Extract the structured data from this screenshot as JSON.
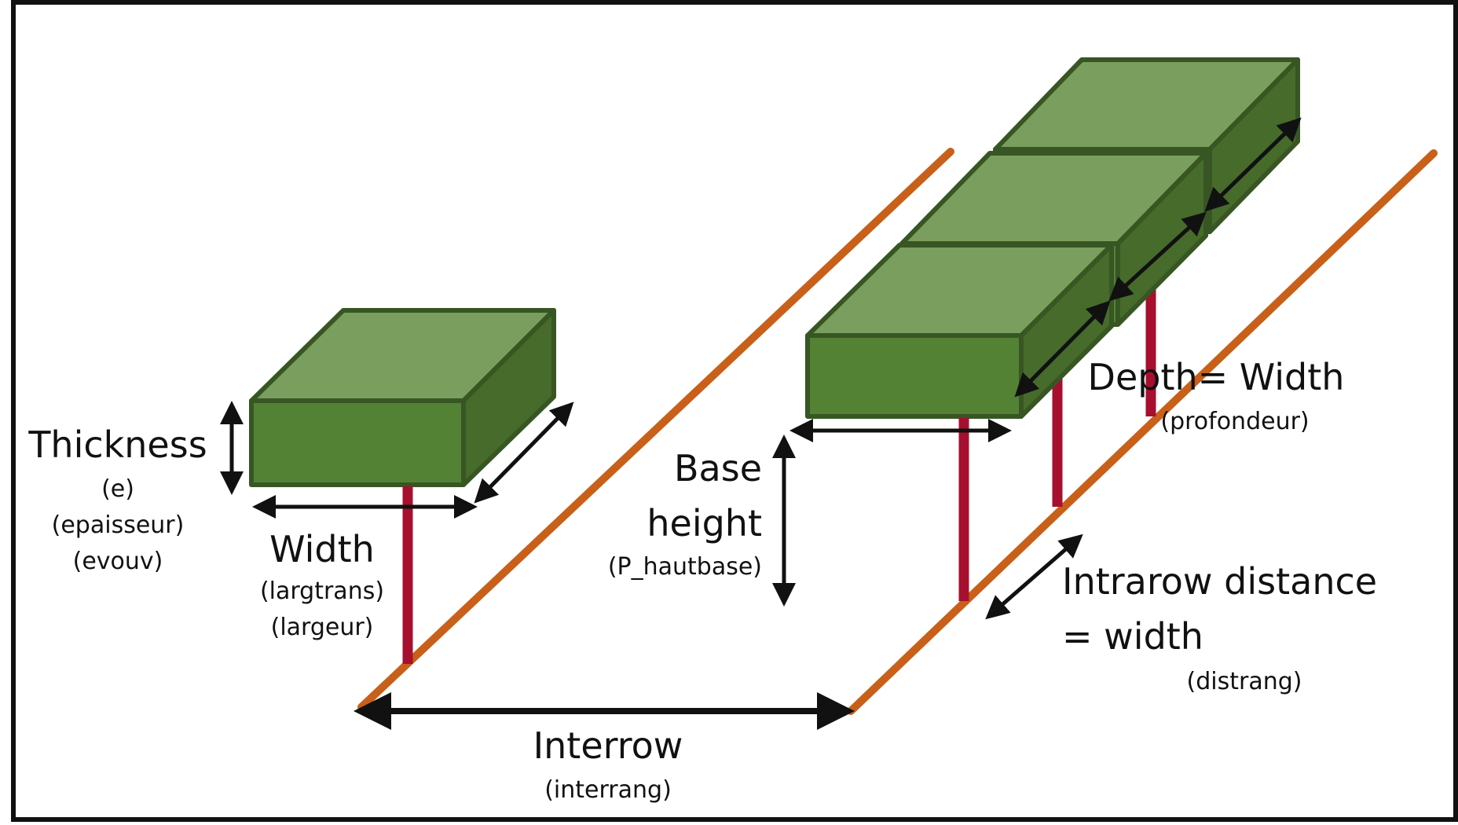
{
  "colors": {
    "frame": "#111111",
    "row_line": "#C8601A",
    "trunk": "#A6102E",
    "box_front": "#548235",
    "box_top": "#7A9E5E",
    "box_side": "#466B2B",
    "box_edge": "#375623",
    "arrow": "#111111"
  },
  "labels": {
    "thickness": {
      "title": "Thickness",
      "sub1": "(e)",
      "sub2": "(epaisseur)",
      "sub3": "(evouv)"
    },
    "width": {
      "title": "Width",
      "sub1": "(largtrans)",
      "sub2": "(largeur)"
    },
    "base_height": {
      "line1": "Base",
      "line2": "height",
      "sub": "(P_hautbase)"
    },
    "depth": {
      "title": "Depth= Width",
      "sub": "(profondeur)"
    },
    "intrarow": {
      "line1": "Intrarow distance",
      "line2": "= width",
      "sub": "(distrang)"
    },
    "interrow": {
      "title": "Interrow",
      "sub": "(interrang)"
    }
  }
}
